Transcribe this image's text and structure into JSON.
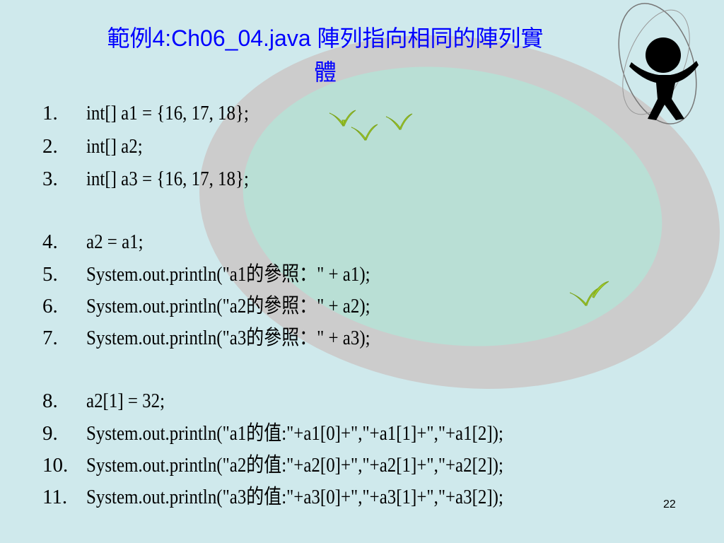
{
  "slide": {
    "title_line1": "範例4:Ch06_04.java 陣列指向相同的陣列實",
    "title_line2": "體",
    "page_number": "22",
    "colors": {
      "background": "#cfe9ec",
      "title": "#0000ff",
      "ring": "#cccccc",
      "pond": "#b9dfd5"
    },
    "code_lines": [
      {
        "num": "1.",
        "text": "int[] a1 = {16, 17, 18};"
      },
      {
        "num": "2.",
        "text": "int[] a2;"
      },
      {
        "num": "3.",
        "text": "int[] a3 = {16, 17, 18};"
      },
      {
        "num": "4.",
        "text": "a2 = a1;"
      },
      {
        "num": "5.",
        "text": "System.out.println(\"a1的參照：\" + a1);"
      },
      {
        "num": "6.",
        "text": "System.out.println(\"a2的參照：\" + a2);"
      },
      {
        "num": "7.",
        "text": "System.out.println(\"a3的參照：\" + a3);"
      },
      {
        "num": "8.",
        "text": "a2[1] = 32;"
      },
      {
        "num": "9.",
        "text": "System.out.println(\"a1的值:\"+a1[0]+\",\"+a1[1]+\",\"+a1[2]);"
      },
      {
        "num": "10.",
        "text": "System.out.println(\"a2的值:\"+a2[0]+\",\"+a2[1]+\",\"+a2[2]);"
      },
      {
        "num": "11.",
        "text": "System.out.println(\"a3的值:\"+a3[0]+\",\"+a3[1]+\",\"+a3[2]);"
      }
    ],
    "decor_icons": [
      "pond-ellipse",
      "stick-figure-icon",
      "grass-sprout-icon"
    ]
  }
}
